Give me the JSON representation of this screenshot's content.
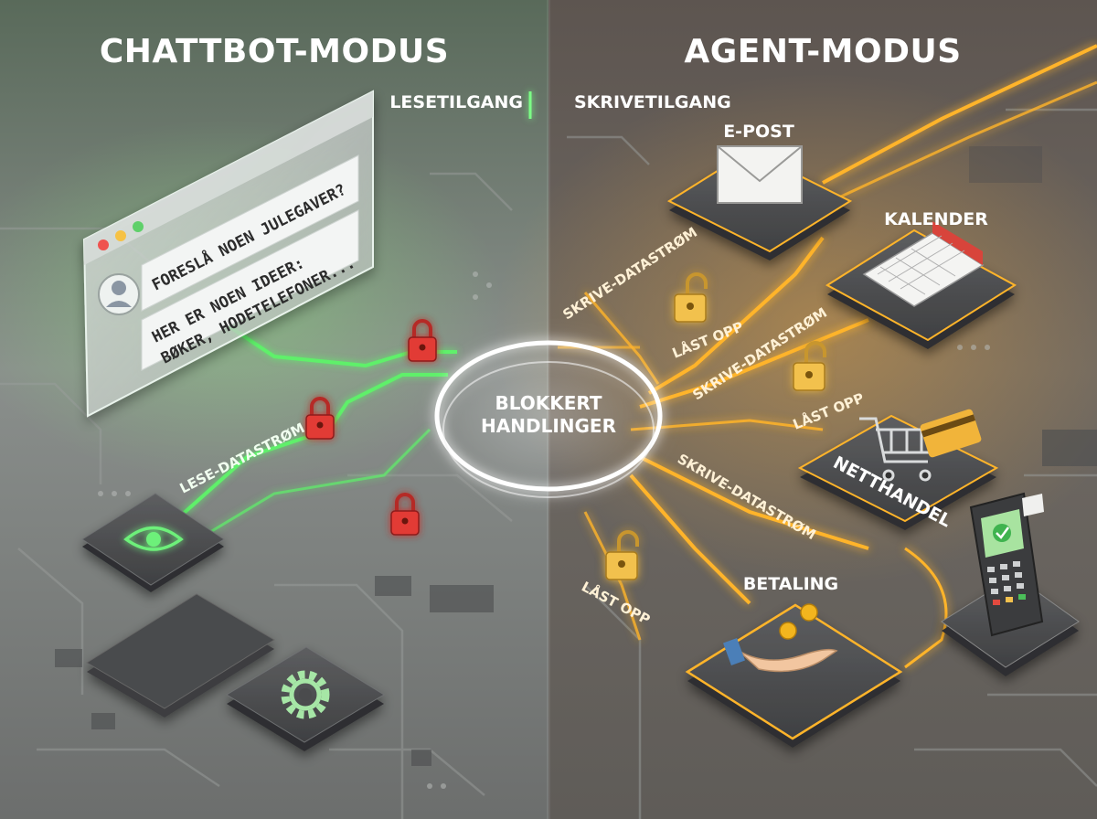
{
  "titles": {
    "left": "CHATTBOT-MODUS",
    "right": "AGENT-MODUS"
  },
  "access": {
    "read": "LESETILGANG",
    "write": "SKRIVETILGANG"
  },
  "chat": {
    "question": "FORESLÅ NOEN JULEGAVER?",
    "answer_line1": "HER ER NOEN IDEER:",
    "answer_line2": "BØKER, HODETELEFONER..."
  },
  "center": {
    "line1": "BLOKKERT",
    "line2": "HANDLINGER"
  },
  "left_labels": {
    "read_stream": "LESE-DATASTRØM"
  },
  "right_labels": {
    "email": "E-POST",
    "calendar": "KALENDER",
    "shop": "NETTHANDEL",
    "payment": "BETALING",
    "write_stream_1": "SKRIVE-DATASTRØM",
    "write_stream_2": "SKRIVE-DATASTRØM",
    "write_stream_3": "SKRIVE-DATASTRØM",
    "unlocked_1": "LÅST OPP",
    "unlocked_2": "LÅST OPP",
    "unlocked_3": "LÅST OPP"
  },
  "colors": {
    "read_green": "#5ef06a",
    "write_orange": "#ffb42a",
    "lock_red": "#e23b35",
    "lock_gold": "#f2c14e"
  },
  "icons": [
    "eye-icon",
    "gear-icon",
    "user-icon",
    "envelope-icon",
    "calendar-icon",
    "shopping-cart-icon",
    "credit-card-icon",
    "payment-terminal-icon",
    "hand-coins-icon",
    "padlock-closed-icon",
    "padlock-open-icon"
  ]
}
